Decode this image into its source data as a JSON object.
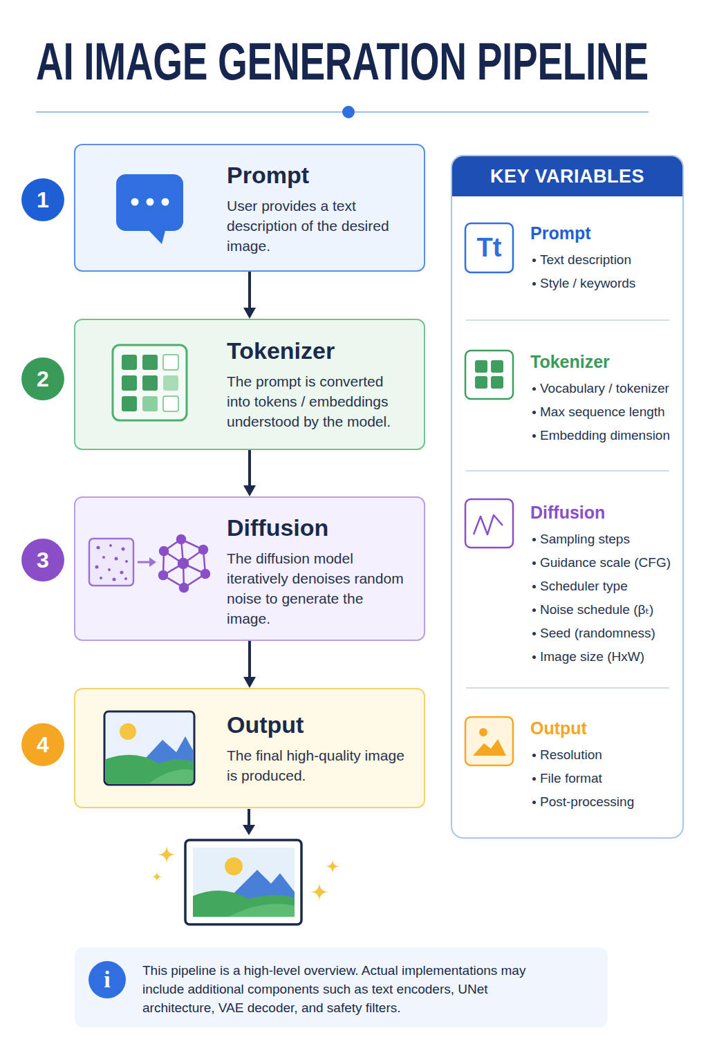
{
  "diagram": {
    "title": "AI IMAGE GENERATION PIPELINE",
    "nodes": [
      {
        "text": [
          "1"
        ]
      },
      {
        "text": [
          "Prompt",
          "User provides a text description of the desired image."
        ]
      },
      {
        "text": [
          "2"
        ]
      },
      {
        "text": [
          "Tokenizer",
          "The prompt is converted into tokens / embeddings understood by the model."
        ]
      },
      {
        "text": [
          "3"
        ]
      },
      {
        "text": [
          "Diffusion",
          "The diffusion model iteratively denoises random noise to generate the image."
        ]
      },
      {
        "text": [
          "4"
        ]
      },
      {
        "text": [
          "Output",
          "The final high-quality image is produced."
        ]
      },
      {
        "text": [
          "KEY VARIABLES"
        ]
      },
      {
        "text": [
          "Prompt",
          "Text description",
          "Style / keywords"
        ],
        "in": 8
      },
      {
        "text": [
          "Tokenizer",
          "Vocabulary / tokenizer",
          "Max sequence length",
          "Embedding dimension"
        ],
        "in": 8
      },
      {
        "text": [
          "Diffusion",
          "Sampling steps",
          "Guidance scale (CFG)",
          "Scheduler type",
          "Noise schedule (βₜ)",
          "Seed (randomness)",
          "Image size (HxW)"
        ],
        "in": 8
      },
      {
        "text": [
          "Output",
          "Resolution",
          "File format",
          "Post-processing"
        ],
        "in": 8
      },
      {
        "text": [
          "This pipeline is a high-level overview. Actual implementations may include additional components such as text encoders, UNet architecture, VAE decoder, and safety filters."
        ]
      }
    ],
    "edges": [
      {
        "from": 1,
        "to": 3,
        "arrow": "to"
      },
      {
        "from": 3,
        "to": 5,
        "arrow": "to"
      },
      {
        "from": 5,
        "to": 7,
        "arrow": "to"
      }
    ],
    "labels": [
      "Tt",
      "i"
    ]
  }
}
